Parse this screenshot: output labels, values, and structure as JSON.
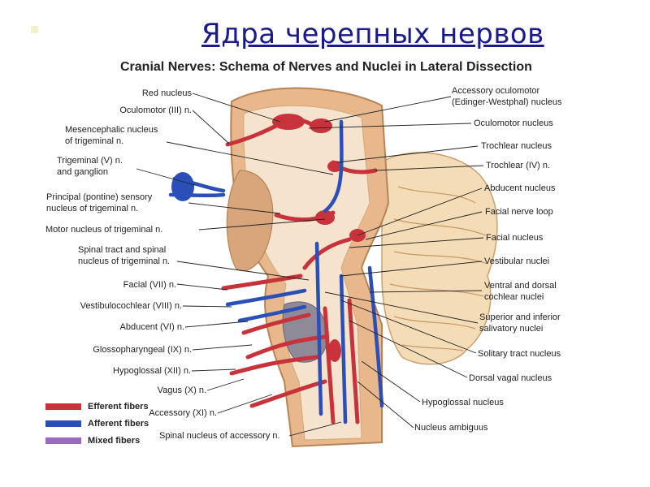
{
  "slide": {
    "title": "Ядра черепных нервов"
  },
  "figure": {
    "title": "Cranial Nerves: Schema of Nerves and Nuclei in Lateral Dissection",
    "left_labels": [
      [
        "Red nucleus"
      ],
      [
        "Oculomotor (III) n."
      ],
      [
        "Mesencephalic nucleus",
        "of trigeminal n."
      ],
      [
        "Trigeminal (V) n.",
        "and ganglion"
      ],
      [
        "Principal (pontine) sensory",
        "nucleus of trigeminal n."
      ],
      [
        "Motor nucleus of trigeminal n."
      ],
      [
        "Spinal tract and spinal",
        "nucleus of trigeminal n."
      ],
      [
        "Facial (VII) n."
      ],
      [
        "Vestibulocochlear (VIII) n."
      ],
      [
        "Abducent (VI) n."
      ],
      [
        "Glossopharyngeal (IX) n."
      ],
      [
        "Hypoglossal (XII) n."
      ],
      [
        "Vagus (X) n."
      ],
      [
        "Accessory (XI) n."
      ],
      [
        "Spinal nucleus of accessory n."
      ]
    ],
    "right_labels": [
      [
        "Accessory oculomotor",
        "(Edinger-Westphal) nucleus"
      ],
      [
        "Oculomotor nucleus"
      ],
      [
        "Trochlear nucleus"
      ],
      [
        "Trochlear (IV) n."
      ],
      [
        "Abducent nucleus"
      ],
      [
        "Facial nerve loop"
      ],
      [
        "Facial nucleus"
      ],
      [
        "Vestibular nuclei"
      ],
      [
        "Ventral and dorsal",
        "cochlear nuclei"
      ],
      [
        "Superior and inferior",
        "salivatory nuclei"
      ],
      [
        "Solitary tract nucleus"
      ],
      [
        "Dorsal vagal nucleus"
      ],
      [
        "Hypoglossal nucleus"
      ],
      [
        "Nucleus ambiguus"
      ]
    ],
    "legend": [
      {
        "label": "Efferent fibers",
        "color": "#c8323a"
      },
      {
        "label": "Afferent fibers",
        "color": "#2a4fb8"
      },
      {
        "label": "Mixed fibers",
        "color": "#9a6ac2"
      }
    ]
  }
}
